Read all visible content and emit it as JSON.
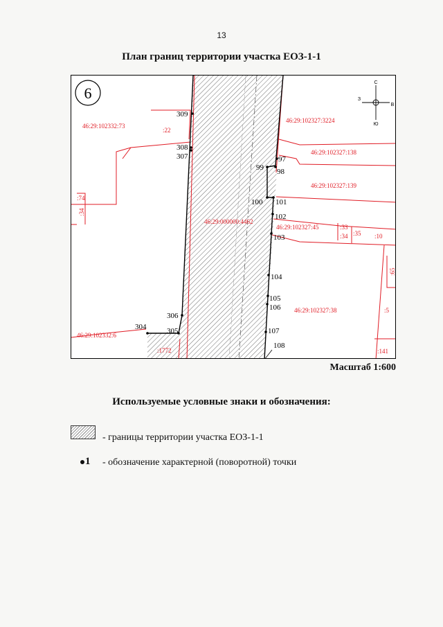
{
  "page": {
    "number": "13",
    "title": "План границ территории участка ЕОЗ-1-1",
    "scale": "Масштаб 1:600",
    "legend_title": "Используемые условные знаки и обозначения:"
  },
  "legend": {
    "hatch_text": "-  границы территории участка ЕОЗ-1-1",
    "point_symbol": "1",
    "point_text": "- обозначение характерной (поворотной) точки"
  },
  "map": {
    "sheet_number": "6",
    "compass": {
      "north": "С",
      "south": "Ю",
      "west": "З",
      "east": "В"
    },
    "colors": {
      "cadastral": "#e01b24",
      "boundary": "#000000",
      "hatch": "#6e6e6e"
    },
    "cadastral_labels": [
      {
        "id": "p73",
        "text": "46:29:102332:73"
      },
      {
        "id": "p22",
        "text": ":22"
      },
      {
        "id": "p3224",
        "text": "46:29:102327:3224"
      },
      {
        "id": "p138",
        "text": "46:29:102327:138"
      },
      {
        "id": "p139",
        "text": "46:29:102327:139"
      },
      {
        "id": "p74",
        "text": ":74"
      },
      {
        "id": "p34v",
        "text": ":34"
      },
      {
        "id": "p4462",
        "text": "46:29:000000:4462"
      },
      {
        "id": "p45",
        "text": "46:29:102327:45"
      },
      {
        "id": "p33",
        "text": ":33"
      },
      {
        "id": "p34",
        "text": ":34"
      },
      {
        "id": "p35",
        "text": ":35"
      },
      {
        "id": "p10",
        "text": ":10"
      },
      {
        "id": "p65",
        "text": ":65"
      },
      {
        "id": "p38",
        "text": "46:29:102327:38"
      },
      {
        "id": "p5",
        "text": ":5"
      },
      {
        "id": "p6",
        "text": "46:29:102332:6"
      },
      {
        "id": "p1772",
        "text": ":1772"
      },
      {
        "id": "p141",
        "text": ":141"
      }
    ],
    "points": [
      {
        "id": "309",
        "label": "309"
      },
      {
        "id": "308",
        "label": "308"
      },
      {
        "id": "307",
        "label": "307"
      },
      {
        "id": "97",
        "label": "97"
      },
      {
        "id": "99",
        "label": "99"
      },
      {
        "id": "98",
        "label": "98"
      },
      {
        "id": "100",
        "label": "100"
      },
      {
        "id": "101",
        "label": "101"
      },
      {
        "id": "102",
        "label": "102"
      },
      {
        "id": "103",
        "label": "103"
      },
      {
        "id": "104",
        "label": "104"
      },
      {
        "id": "105",
        "label": "105"
      },
      {
        "id": "106",
        "label": "106"
      },
      {
        "id": "306",
        "label": "306"
      },
      {
        "id": "304",
        "label": "304"
      },
      {
        "id": "305",
        "label": "305"
      },
      {
        "id": "107",
        "label": "107"
      },
      {
        "id": "108",
        "label": "108"
      }
    ]
  }
}
